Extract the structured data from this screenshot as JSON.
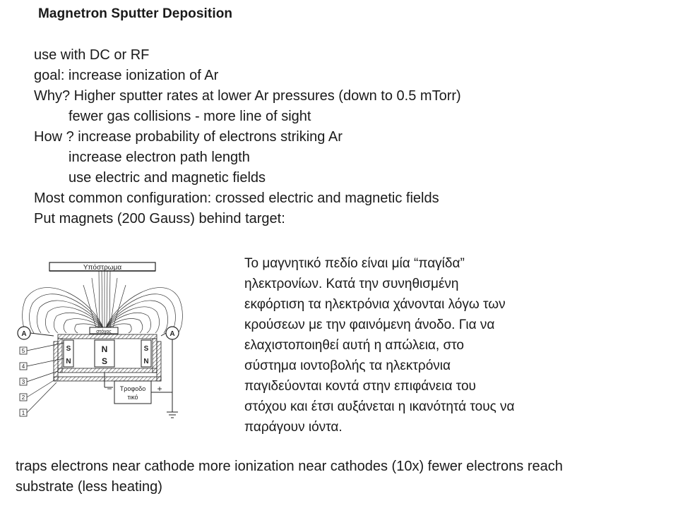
{
  "title": "Magnetron Sputter Deposition",
  "bullets": [
    {
      "text": "use with DC or RF",
      "indent": false
    },
    {
      "text": "goal: increase ionization of Ar",
      "indent": false
    },
    {
      "text": "Why? Higher sputter rates at lower Ar pressures (down to 0.5 mTorr)",
      "indent": false
    },
    {
      "text": "fewer gas collisions - more line of sight",
      "indent": true
    },
    {
      "text": "How ? increase probability of electrons striking Ar",
      "indent": false
    },
    {
      "text": "increase electron path length",
      "indent": true
    },
    {
      "text": "use electric and magnetic fields",
      "indent": true
    },
    {
      "text": "Most common configuration: crossed electric and magnetic fields",
      "indent": false
    },
    {
      "text": "Put magnets (200 Gauss) behind target:",
      "indent": false
    }
  ],
  "diagram": {
    "substrate_label": "Υπόστρωμα",
    "target_label": "στόχος",
    "power_supply_label_1": "Τροφοδο",
    "power_supply_label_2": "τικό",
    "ammeter_label": "A",
    "center_magnet_n": "N",
    "center_magnet_s": "S",
    "side_magnet_s": "S",
    "side_magnet_n": "N",
    "minus_sign": "−",
    "plus_sign": "+",
    "numbers": [
      "5",
      "4",
      "3",
      "2",
      "1"
    ]
  },
  "greek_paragraph": [
    "Το μαγνητικό πεδίο είναι μία “παγίδα”",
    "ηλεκτρονίων. Κατά την συνηθισμένη",
    "εκφόρτιση τα ηλεκτρόνια χάνονται λόγω των",
    "κρούσεων με την φαινόμενη άνοδο. Για να",
    "ελαχιστοποιηθεί αυτή η απώλεια, στο",
    "σύστημα ιοντοβολής τα ηλεκτρόνια",
    "παγιδεύονται κοντά στην επιφάνεια του",
    "στόχου και έτσι αυξάνεται η ικανότητά τους να",
    "παράγουν ιόντα."
  ],
  "footer": [
    "traps electrons near cathode more ionization near cathodes (10x)  fewer electrons reach",
    "substrate (less heating)"
  ]
}
